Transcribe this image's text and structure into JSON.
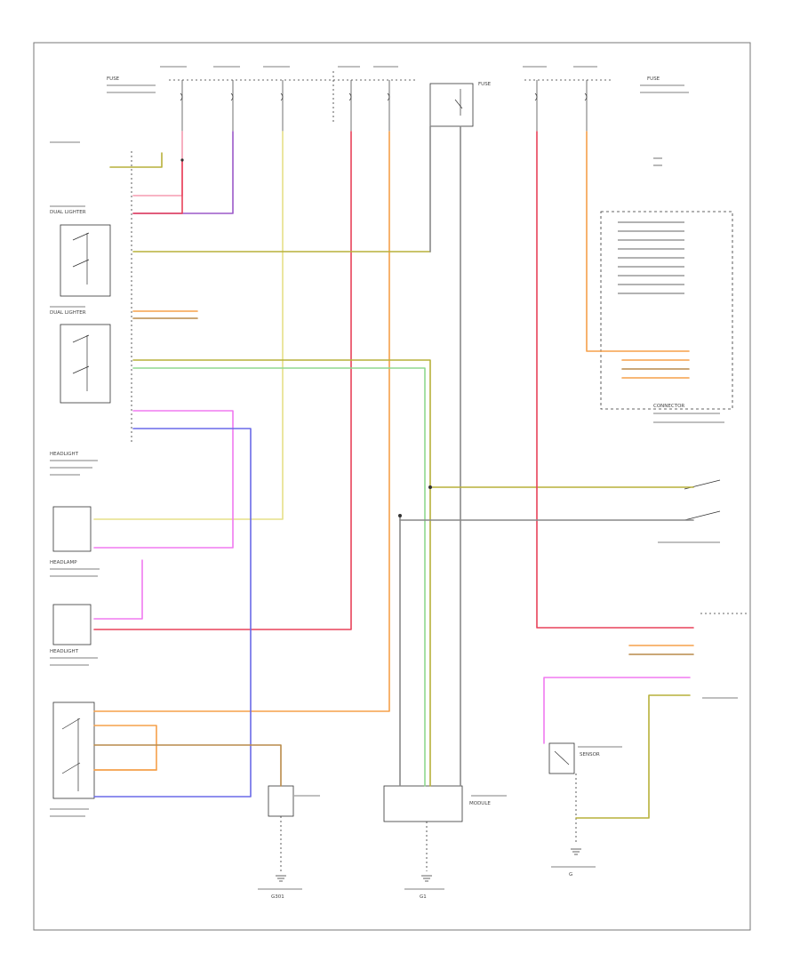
{
  "diagram": {
    "footer_code": "",
    "colors": {
      "red": "#e8425a",
      "pink": "#f59bb0",
      "violet": "#9b59c8",
      "yellow": "#e6e088",
      "olive": "#b7b13a",
      "green": "#8fd88f",
      "orange": "#f5a04a",
      "magenta": "#f07af0",
      "blue": "#6a6ae8",
      "brown": "#b98a4a",
      "gray": "#888888",
      "black": "#333333"
    },
    "labels": {
      "fuse_left_top": "FUSE",
      "fuse_right_top": "FUSE",
      "relay_top": "FUSE",
      "left_switch1": "DUAL LIGHTER",
      "left_switch2": "DUAL LIGHTER",
      "left_module1": "HEADLIGHT",
      "left_module2": "HEADLAMP",
      "left_module3": "HEADLIGHT",
      "bottom_left_ground": "G301",
      "bottom_center_ground": "G1",
      "bottom_right_ground": "G",
      "right_module": "CONNECTOR",
      "right_sensor": "SENSOR",
      "center_module": "MODULE"
    }
  }
}
